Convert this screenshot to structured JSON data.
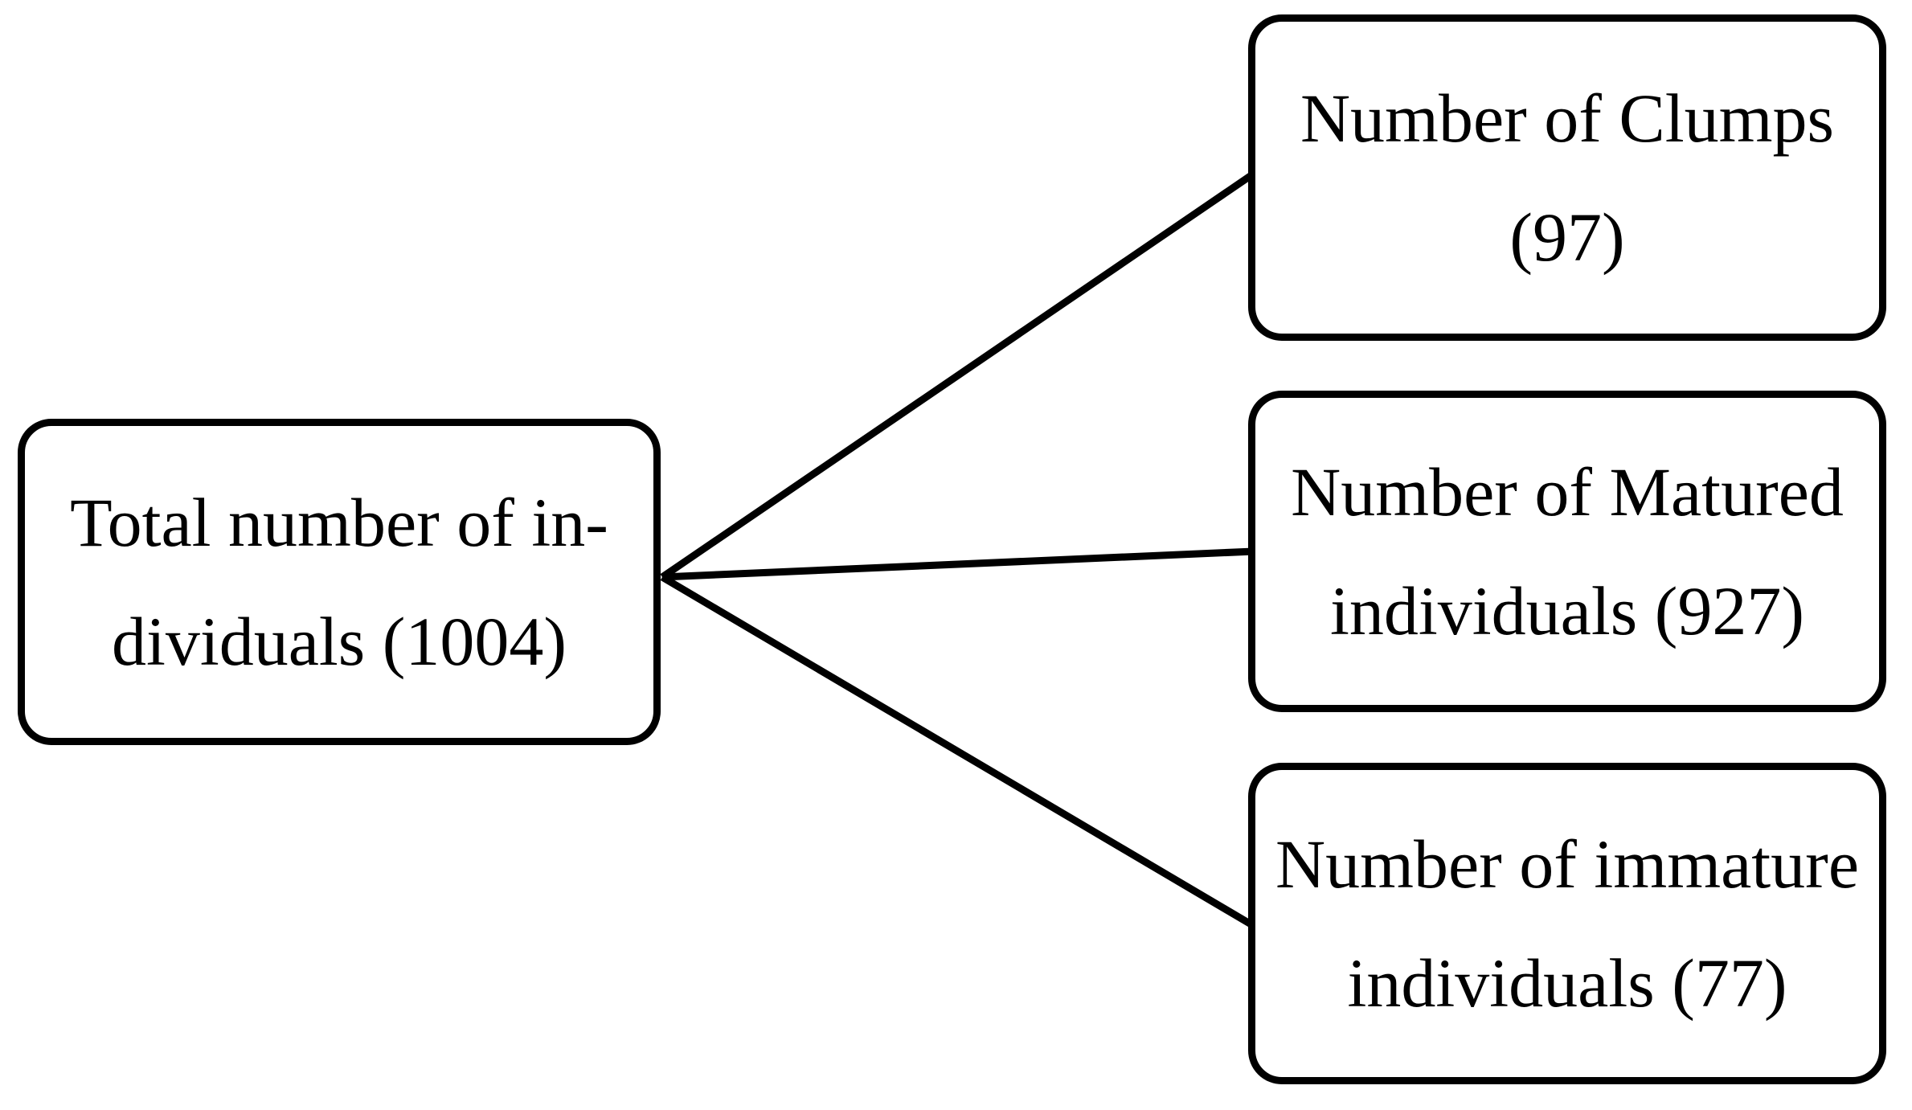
{
  "diagram": {
    "type": "flow-diagram",
    "background_color": "#ffffff",
    "line_color": "#000000",
    "nodes": {
      "total": {
        "line1": "Total number of in-",
        "line2": "dividuals (1004)",
        "label": "Total number of individuals",
        "value": 1004
      },
      "clumps": {
        "line1": "Number of Clumps",
        "line2": "(97)",
        "label": "Number of Clumps",
        "value": 97
      },
      "matured": {
        "line1": "Number of Matured",
        "line2": "individuals (927)",
        "label": "Number of Matured individuals",
        "value": 927
      },
      "immature": {
        "line1": "Number of immature",
        "line2": "individuals (77)",
        "label": "Number of immature individuals",
        "value": 77
      }
    },
    "edges": [
      {
        "from": "total",
        "to": "clumps"
      },
      {
        "from": "total",
        "to": "matured"
      },
      {
        "from": "total",
        "to": "immature"
      }
    ]
  }
}
